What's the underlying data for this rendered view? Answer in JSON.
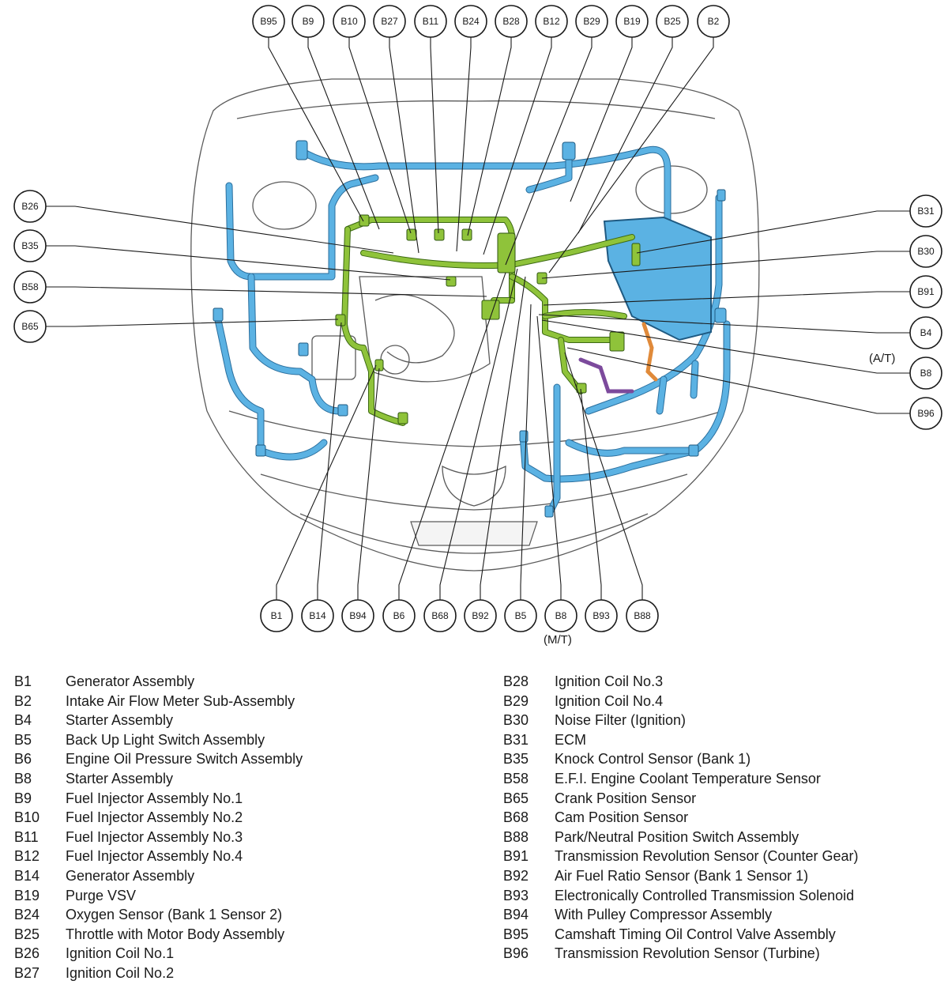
{
  "diagram": {
    "callouts_top": [
      "B95",
      "B9",
      "B10",
      "B27",
      "B11",
      "B24",
      "B28",
      "B12",
      "B29",
      "B19",
      "B25",
      "B2"
    ],
    "callouts_left": [
      "B26",
      "B35",
      "B58",
      "B65"
    ],
    "callouts_right": [
      "B31",
      "B30",
      "B91",
      "B4",
      "B8",
      "B96"
    ],
    "callouts_bottom": [
      "B1",
      "B14",
      "B94",
      "B6",
      "B68",
      "B92",
      "B5",
      "B8",
      "B93",
      "B88"
    ],
    "notes": {
      "at": "(A/T)",
      "mt": "(M/T)"
    },
    "colors": {
      "harness_blue": "#5bb2e3",
      "harness_green": "#8fc33a",
      "outline": "#5a5a5a"
    }
  },
  "legend": {
    "left": [
      {
        "code": "B1",
        "desc": "Generator Assembly"
      },
      {
        "code": "B2",
        "desc": "Intake Air Flow Meter Sub-Assembly"
      },
      {
        "code": "B4",
        "desc": "Starter Assembly"
      },
      {
        "code": "B5",
        "desc": "Back Up Light Switch Assembly"
      },
      {
        "code": "B6",
        "desc": "Engine Oil Pressure Switch Assembly"
      },
      {
        "code": "B8",
        "desc": "Starter Assembly"
      },
      {
        "code": "B9",
        "desc": "Fuel Injector Assembly No.1"
      },
      {
        "code": "B10",
        "desc": "Fuel Injector Assembly No.2"
      },
      {
        "code": "B11",
        "desc": "Fuel Injector Assembly No.3"
      },
      {
        "code": "B12",
        "desc": "Fuel Injector Assembly No.4"
      },
      {
        "code": "B14",
        "desc": "Generator Assembly"
      },
      {
        "code": "B19",
        "desc": "Purge VSV"
      },
      {
        "code": "B24",
        "desc": "Oxygen Sensor (Bank 1 Sensor 2)"
      },
      {
        "code": "B25",
        "desc": "Throttle with Motor Body Assembly"
      },
      {
        "code": "B26",
        "desc": "Ignition Coil No.1"
      },
      {
        "code": "B27",
        "desc": "Ignition Coil No.2"
      }
    ],
    "right": [
      {
        "code": "B28",
        "desc": "Ignition Coil No.3"
      },
      {
        "code": "B29",
        "desc": "Ignition Coil No.4"
      },
      {
        "code": "B30",
        "desc": "Noise Filter (Ignition)"
      },
      {
        "code": "B31",
        "desc": "ECM"
      },
      {
        "code": "B35",
        "desc": "Knock Control Sensor (Bank 1)"
      },
      {
        "code": "B58",
        "desc": "E.F.I. Engine Coolant Temperature Sensor"
      },
      {
        "code": "B65",
        "desc": "Crank Position Sensor"
      },
      {
        "code": "B68",
        "desc": "Cam Position Sensor"
      },
      {
        "code": "B88",
        "desc": "Park/Neutral Position Switch Assembly"
      },
      {
        "code": "B91",
        "desc": "Transmission Revolution Sensor (Counter Gear)"
      },
      {
        "code": "B92",
        "desc": "Air Fuel Ratio Sensor (Bank 1 Sensor 1)"
      },
      {
        "code": "B93",
        "desc": "Electronically Controlled Transmission Solenoid"
      },
      {
        "code": "B94",
        "desc": "With Pulley Compressor Assembly"
      },
      {
        "code": "B95",
        "desc": "Camshaft Timing Oil Control Valve Assembly"
      },
      {
        "code": "B96",
        "desc": "Transmission Revolution Sensor (Turbine)"
      }
    ]
  }
}
